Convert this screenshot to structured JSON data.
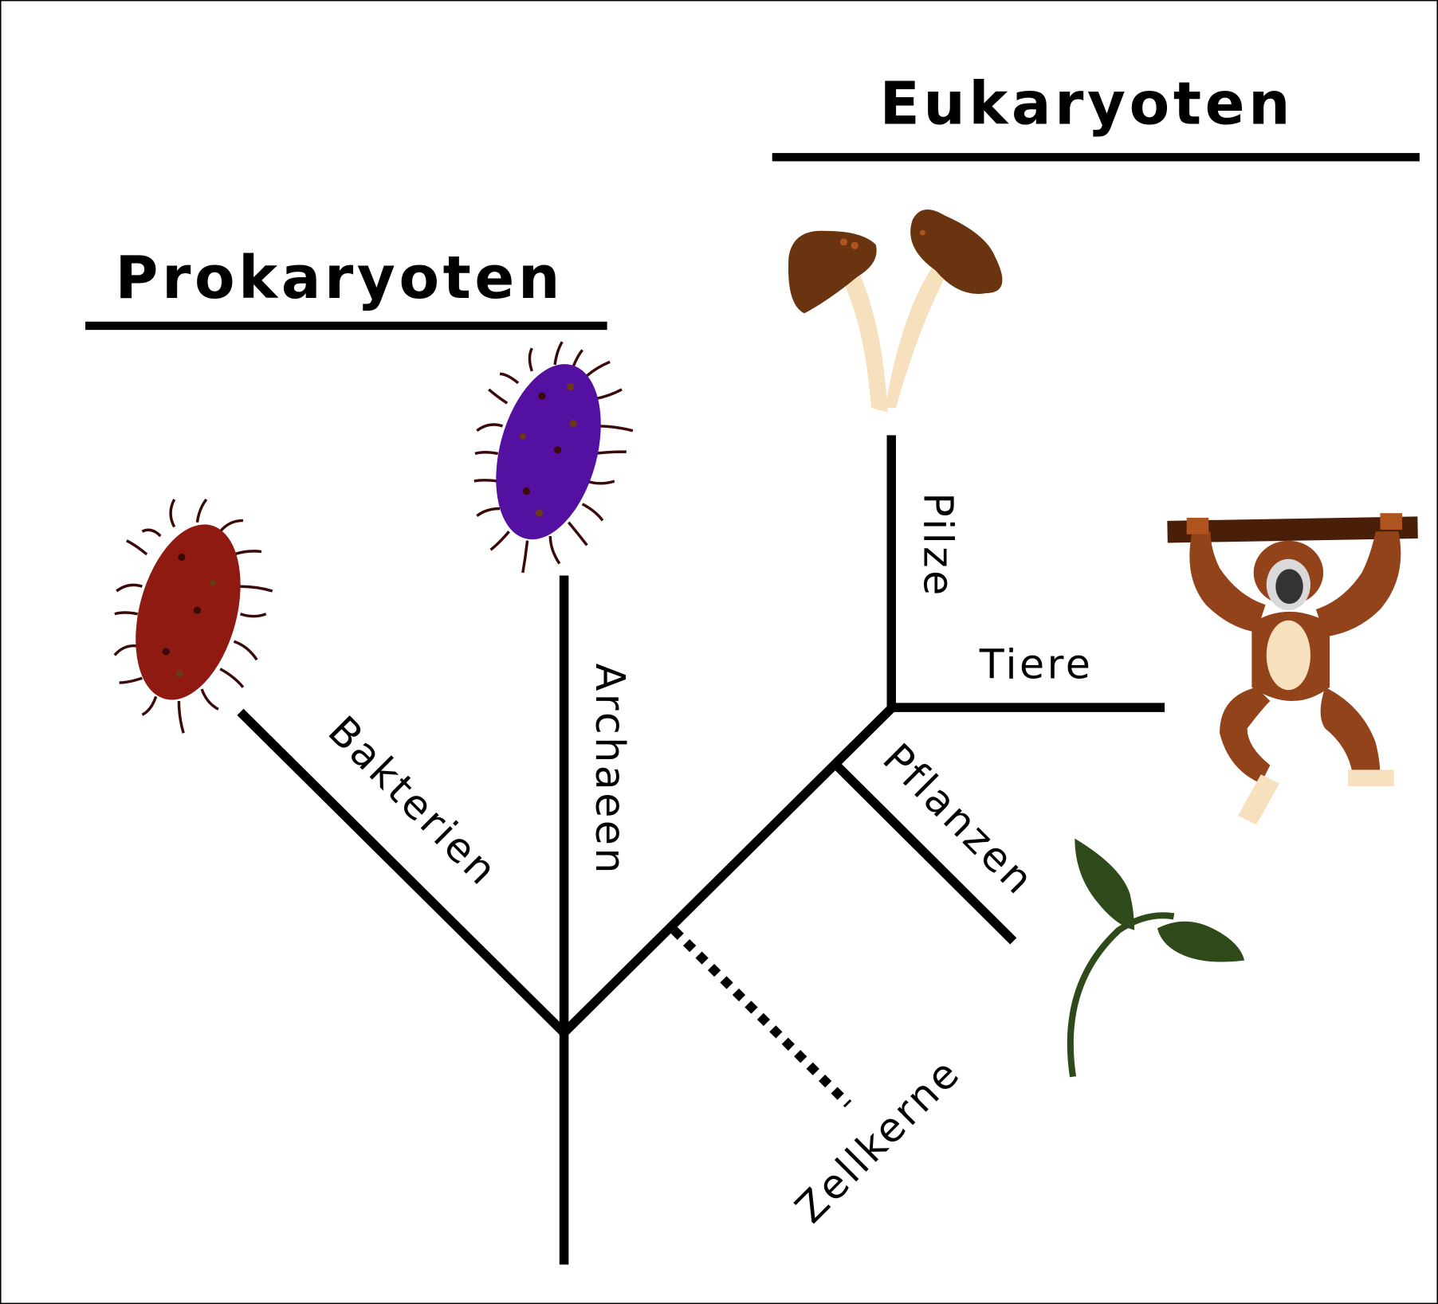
{
  "titles": {
    "eukaryotes": "Eukaryoten",
    "prokaryotes": "Prokaryoten"
  },
  "branches": {
    "bacteria": "Bakterien",
    "archaea": "Archaeen",
    "fungi": "Pilze",
    "animals": "Tiere",
    "plants": "Pflanzen",
    "nucleus": "Zellkerne"
  },
  "colors": {
    "bacteria": "#8e1a12",
    "archaea": "#5410a0",
    "cilia": "#3a0a0a",
    "mushroom_cap": "#6b3410",
    "mushroom_stem": "#f7e0bd",
    "monkey": "#93431a",
    "leaf": "#2f4a1a",
    "line": "#000000"
  }
}
